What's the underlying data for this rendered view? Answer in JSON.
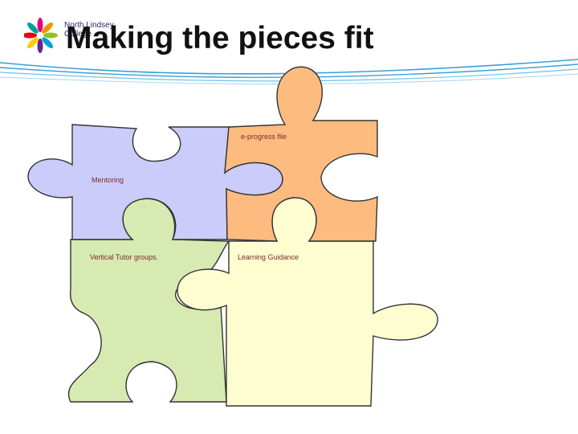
{
  "slide": {
    "title": "Making the pieces fit",
    "logo_text": "North Lindsey\nCollege",
    "logo_icon": "pinwheel-logo"
  },
  "puzzle": {
    "pieces": [
      {
        "label": "e-progress file",
        "color": "#fdbb80"
      },
      {
        "label": "Mentoring",
        "color": "#ccccfa"
      },
      {
        "label": "Vertical Tutor groups.",
        "color": "#d6eab2"
      },
      {
        "label": "Learning Guidance",
        "color": "#fefdd0"
      }
    ]
  },
  "accent_color": "#3aa0d8"
}
